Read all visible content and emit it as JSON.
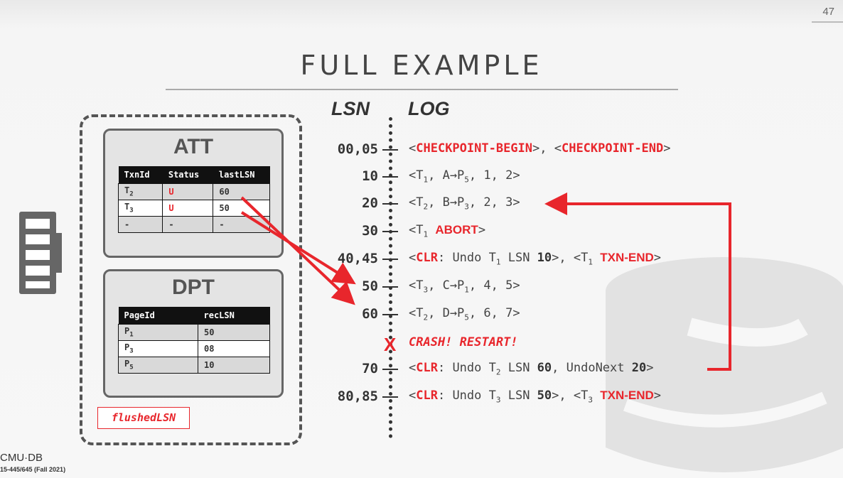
{
  "slide": {
    "number": "47",
    "title": "FULL EXAMPLE"
  },
  "att": {
    "title": "ATT",
    "headers": [
      "TxnId",
      "Status",
      "lastLSN"
    ],
    "rows": [
      {
        "txn": "T",
        "txn_sub": "2",
        "status": "U",
        "last": "60"
      },
      {
        "txn": "T",
        "txn_sub": "3",
        "status": "U",
        "last": "50"
      },
      {
        "txn": "-",
        "txn_sub": "",
        "status": "-",
        "last": "-"
      }
    ]
  },
  "dpt": {
    "title": "DPT",
    "headers": [
      "PageId",
      "recLSN"
    ],
    "rows": [
      {
        "page": "P",
        "page_sub": "1",
        "rec": "50"
      },
      {
        "page": "P",
        "page_sub": "3",
        "rec": "08"
      },
      {
        "page": "P",
        "page_sub": "5",
        "rec": "10"
      }
    ]
  },
  "flushed_label": "flushedLSN",
  "log": {
    "lsn_header": "LSN",
    "log_header": "LOG",
    "entries": [
      {
        "lsn": "00,05"
      },
      {
        "lsn": "10"
      },
      {
        "lsn": "20"
      },
      {
        "lsn": "30"
      },
      {
        "lsn": "40,45"
      },
      {
        "lsn": "50"
      },
      {
        "lsn": "60"
      },
      {
        "lsn": "70"
      },
      {
        "lsn": "80,85"
      }
    ],
    "crash_mark": "X",
    "crash_text": "CRASH! RESTART!"
  },
  "footer": {
    "logo": "CMU·DB",
    "course": "15-445/645 (Fall 2021)"
  },
  "colors": {
    "accent": "#e8262c",
    "text": "#333333",
    "panel": "#e4e4e4"
  }
}
